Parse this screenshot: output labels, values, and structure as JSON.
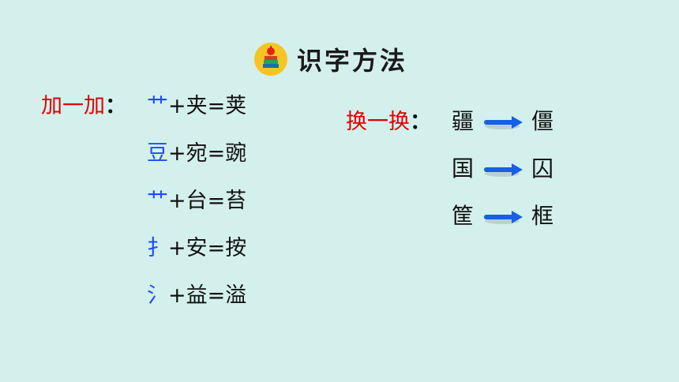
{
  "title": "识字方法",
  "badge_icon": "books-apple-icon",
  "add_section": {
    "label": "加一加",
    "colon": "：",
    "items": [
      {
        "radical": "艹",
        "rest": "+夹=荚"
      },
      {
        "radical": "豆",
        "rest": "+宛=豌"
      },
      {
        "radical": "艹",
        "rest": "+台=苔"
      },
      {
        "radical": "扌",
        "rest": "+安=按"
      },
      {
        "radical": "氵",
        "rest": "+益=溢"
      }
    ]
  },
  "swap_section": {
    "label": "换一换",
    "colon": "：",
    "pairs": [
      {
        "from": "疆",
        "to": "僵"
      },
      {
        "from": "国",
        "to": "囚"
      },
      {
        "from": "筐",
        "to": "框"
      }
    ]
  },
  "colors": {
    "background": "#d4f0ec",
    "accent_red": "#e00000",
    "accent_blue": "#1f4cff",
    "badge": "#f6c521"
  }
}
